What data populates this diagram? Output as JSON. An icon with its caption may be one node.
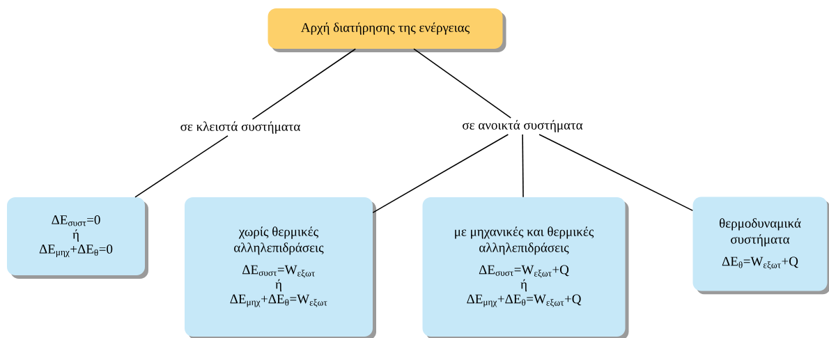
{
  "diagram": {
    "nodes": [
      {
        "text": [
          "Αρχή διατήρησης της ενέργειας"
        ]
      },
      {
        "text": [
          "σε κλειστά συστήματα"
        ]
      },
      {
        "text": [
          "σε ανοικτά συστήματα"
        ]
      },
      {
        "text": [
          "ΔE$_{συστ}$=0",
          "ή",
          "ΔE$_{μηχ}$+ΔE$_{θ}$=0"
        ]
      },
      {
        "text": [
          "χωρίς θερμικές αλληλεπιδράσεις",
          "ΔE$_{συστ}$=W$_{εξωτ}$",
          "ή",
          "ΔE$_{μηχ}$+ΔE$_{θ}$=W$_{εξωτ}$"
        ]
      },
      {
        "text": [
          "με μηχανικές και θερμικές αλληλεπιδράσεις",
          "ΔE$_{συστ}$=W$_{εξωτ}$+Q",
          "ή",
          "ΔE$_{μηχ}$+ΔE$_{θ}$=W$_{εξωτ}$+Q"
        ]
      },
      {
        "text": [
          "θερμοδυναμικά συστήματα",
          "ΔE$_{θ}$=W$_{εξωτ}$+Q"
        ]
      }
    ],
    "edges": [
      {
        "from": 0,
        "to": 1,
        "arrow": "none"
      },
      {
        "from": 0,
        "to": 2,
        "arrow": "none"
      },
      {
        "from": 1,
        "to": 3,
        "arrow": "none"
      },
      {
        "from": 2,
        "to": 4,
        "arrow": "none"
      },
      {
        "from": 2,
        "to": 5,
        "arrow": "none"
      },
      {
        "from": 2,
        "to": 6,
        "arrow": "none"
      }
    ]
  }
}
